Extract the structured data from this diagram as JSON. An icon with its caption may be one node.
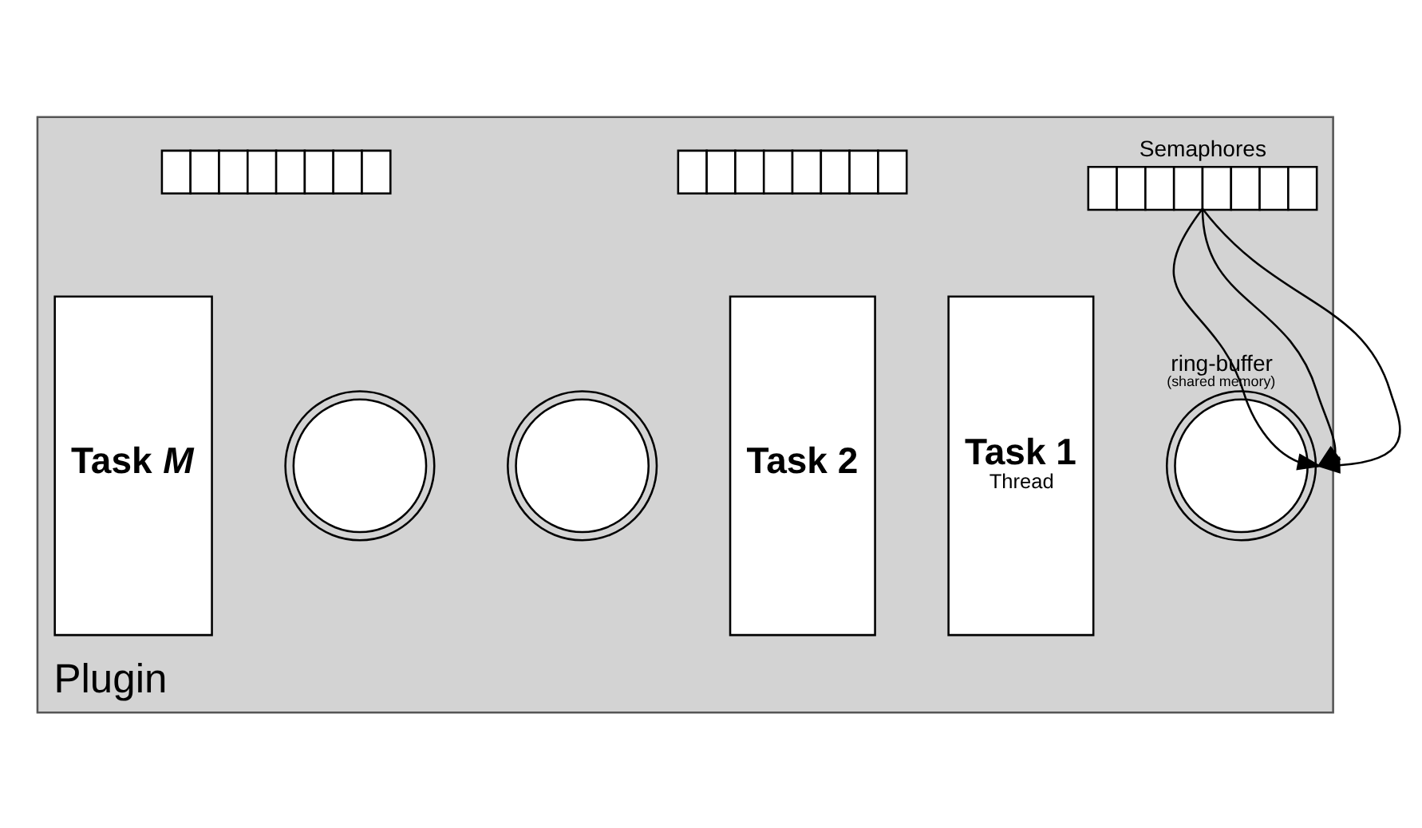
{
  "diagram": {
    "nodes": [
      {
        "text": [
          "Plugin"
        ]
      },
      {
        "text": [],
        "shape": "bar",
        "beside": [
          "Semaphores"
        ],
        "in": 0
      },
      {
        "text": [],
        "shape": "bar",
        "in": 0
      },
      {
        "text": [],
        "shape": "bar",
        "in": 0
      },
      {
        "text": [
          "Task 1",
          "Thread"
        ],
        "in": 0
      },
      {
        "text": [],
        "shape": "circle",
        "beside": [
          "ring-buffer",
          "(shared memory)"
        ],
        "in": 0
      },
      {
        "text": [
          "Task 2"
        ],
        "in": 0
      },
      {
        "text": [],
        "shape": "circle",
        "in": 0
      },
      {
        "text": [],
        "shape": "circle",
        "in": 0
      },
      {
        "text": [
          "Task *M*"
        ],
        "in": 0
      }
    ],
    "edges": [
      {
        "from": 1,
        "to": 5,
        "arrow": "to"
      },
      {
        "from": 1,
        "to": 5,
        "arrow": "to"
      },
      {
        "from": 1,
        "to": 5,
        "arrow": "to"
      }
    ]
  }
}
